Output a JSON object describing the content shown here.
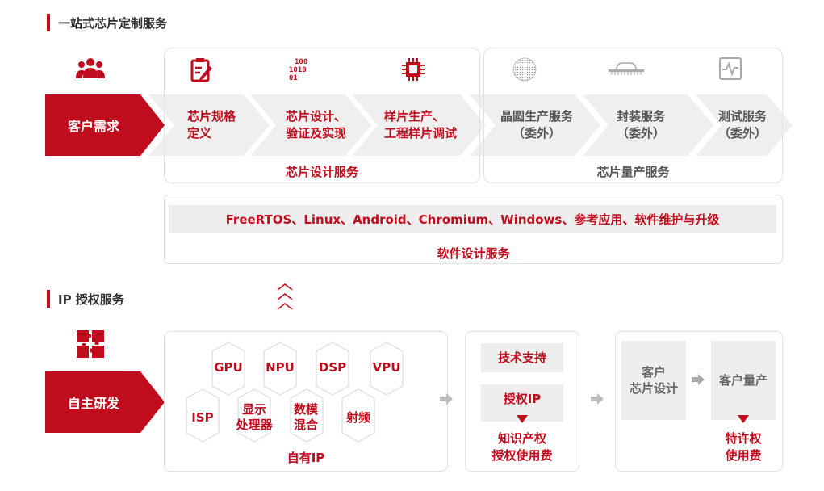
{
  "section1": {
    "title": "一站式芯片定制服务"
  },
  "section2": {
    "title": "IP 授权服务"
  },
  "customer_need": "客户需求",
  "design_steps": [
    {
      "line1": "芯片规格",
      "line2": "定义"
    },
    {
      "line1": "芯片设计、",
      "line2": "验证及实现"
    },
    {
      "line1": "样片生产、",
      "line2": "工程样片调试"
    }
  ],
  "mass_steps": [
    {
      "line1": "晶圆生产服务",
      "line2": "（委外）"
    },
    {
      "line1": "封装服务",
      "line2": "（委外）"
    },
    {
      "line1": "测试服务",
      "line2": "（委外）"
    }
  ],
  "chip_design_service": "芯片设计服务",
  "chip_mass_service": "芯片量产服务",
  "software_list": "FreeRTOS、Linux、Android、Chromium、Windows、参考应用、软件维护与升级",
  "software_service": "软件设计服务",
  "self_dev": "自主研发",
  "ip_blocks": {
    "gpu": "GPU",
    "npu": "NPU",
    "dsp": "DSP",
    "vpu": "VPU",
    "isp": "ISP",
    "display_1": "显示",
    "display_2": "处理器",
    "mixed_1": "数模",
    "mixed_2": "混合",
    "rf": "射频"
  },
  "own_ip": "自有IP",
  "tech_support": "技术支持",
  "ip_license": "授权IP",
  "license_fee_1": "知识产权",
  "license_fee_2": "授权使用费",
  "customer_chip_1": "客户",
  "customer_chip_2": "芯片设计",
  "customer_mass": "客户量产",
  "royalty_1": "特许权",
  "royalty_2": "使用费",
  "colors": {
    "accent": "#c00d1e",
    "step_bg": "#eeeeee",
    "border": "#e2e2e2"
  }
}
